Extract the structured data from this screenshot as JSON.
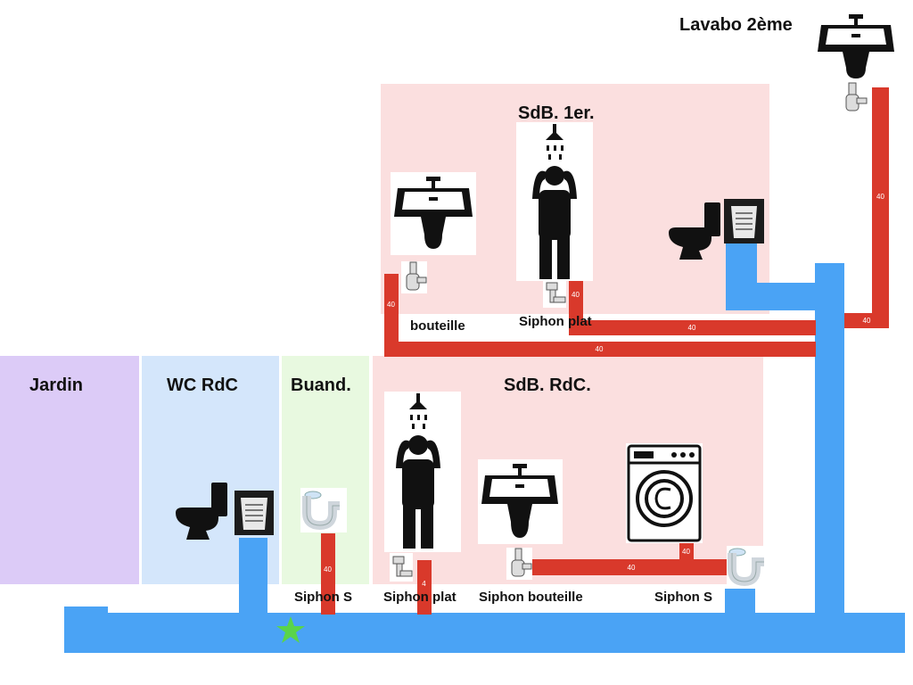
{
  "rooms": {
    "jardin": "Jardin",
    "wc_rdc": "WC RdC",
    "buand": "Buand.",
    "sdb_rdc": "SdB. RdC.",
    "sdb_1er": "SdB. 1er.",
    "lavabo_2eme": "Lavabo 2ème"
  },
  "siphons": {
    "bouteille_1er": "bouteille",
    "plat_1er": "Siphon   plat",
    "s_buand": "Siphon S",
    "plat_rdc": "Siphon plat",
    "bouteille_rdc": "Siphon bouteille",
    "s_rdc": "Siphon S"
  },
  "pipe_labels": {
    "lavabo_2eme_vertical": "40",
    "lavabo_2eme_horizontal": "40",
    "lavabo_1er_vertical": "40",
    "lavabo_1er_horizontal": "40",
    "shower_1er_vertical": "40",
    "shower_1er_horizontal": "40",
    "buand_vertical": "40",
    "shower_rdc_vertical": "4",
    "rdc_horizontal": "40",
    "washer_vertical": "40"
  },
  "colors": {
    "drain_pipe": "#4aa3f5",
    "evacuation_pipe": "#d9392b",
    "jardin": "#dccbf7",
    "wc_rdc": "#d4e6fb",
    "buand": "#e8f9e0",
    "sdb": "#fbdfdf",
    "marker": "#5ad44a"
  },
  "icons": {
    "marker": "star-icon",
    "wc": "toilet-icon",
    "lavabo": "sink-icon",
    "douche": "shower-icon",
    "lave_linge": "washing-machine-icon",
    "siphon_s": "s-trap-icon",
    "siphon_bouteille": "bottle-trap-icon",
    "broyeur": "macerator-icon"
  }
}
